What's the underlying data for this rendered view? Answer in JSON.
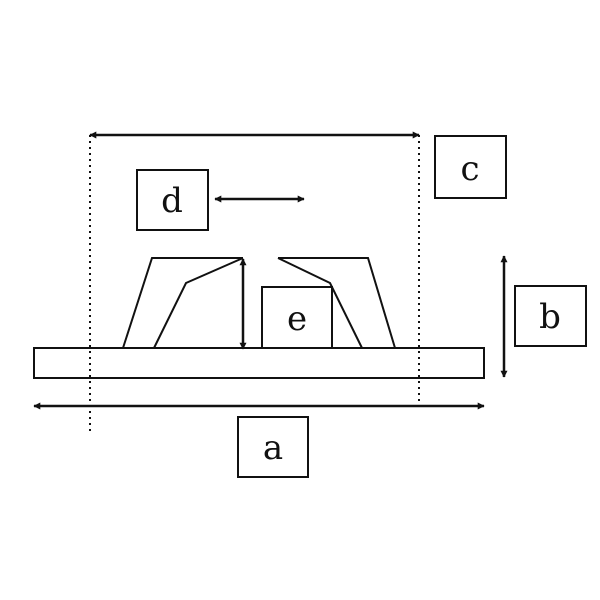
{
  "diagram": {
    "labels": {
      "a": "a",
      "b": "b",
      "c": "c",
      "d": "d",
      "e": "e"
    }
  },
  "colors": {
    "ink": "#111111",
    "paper": "#ffffff"
  }
}
